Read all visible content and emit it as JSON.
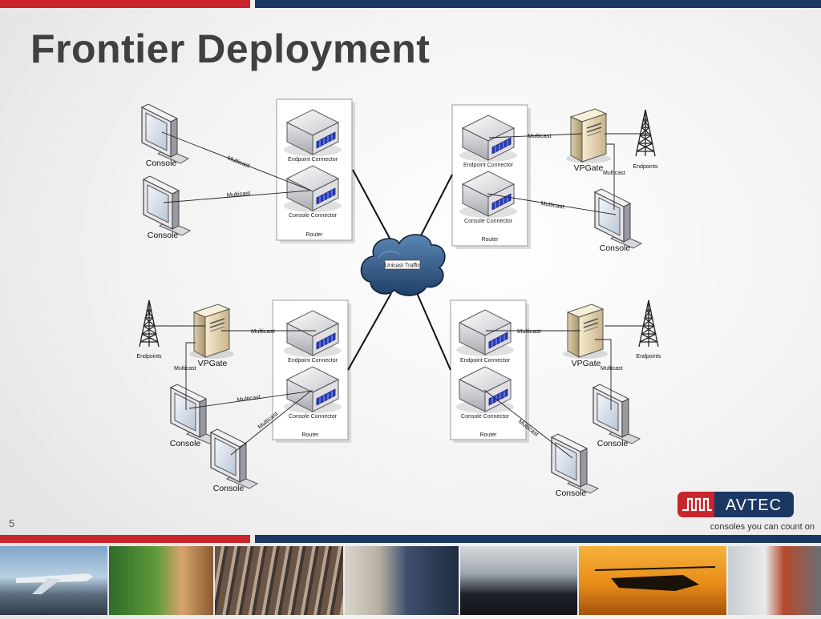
{
  "slide": {
    "title": "Frontier Deployment",
    "page_number": "5",
    "accent_red": "#c8252c",
    "accent_navy": "#1b3763"
  },
  "logo": {
    "text": "AVTEC",
    "tagline": "consoles you can count on",
    "color": "#c8252c"
  },
  "labels": {
    "multicast": "Multicast",
    "console": "Console",
    "endpoints": "Endpoints",
    "vpgate": "VPGate",
    "endpoint_connector": "Endpoint Connector",
    "console_connector": "Console Connector",
    "router": "Router",
    "cloud": "Unicast Traffic"
  },
  "photo_strip": [
    {
      "name": "airplane-photo"
    },
    {
      "name": "firefighter-photo"
    },
    {
      "name": "railyard-photo"
    },
    {
      "name": "engineer-photo"
    },
    {
      "name": "police-photo"
    },
    {
      "name": "helicopter-photo"
    },
    {
      "name": "lineworker-photo"
    }
  ]
}
